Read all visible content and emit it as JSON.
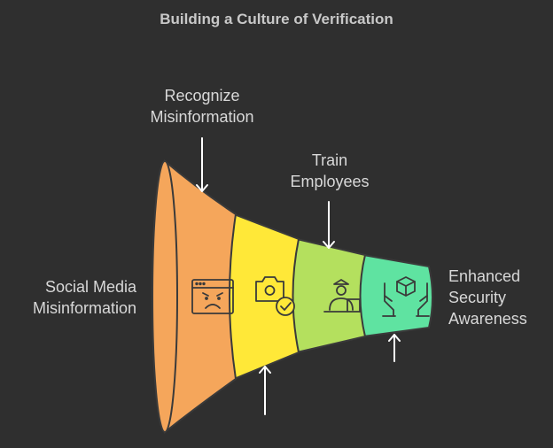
{
  "title": "Building a Culture of Verification",
  "labels": {
    "recognize": [
      "Recognize",
      "Misinformation"
    ],
    "train": [
      "Train",
      "Employees"
    ],
    "social": [
      "Social Media",
      "Misinformation"
    ],
    "enhanced": [
      "Enhanced",
      "Security",
      "Awareness"
    ]
  },
  "stages": [
    {
      "name": "social-media-misinformation",
      "color": "#f5a65b",
      "icon": "angry-browser-icon"
    },
    {
      "name": "recognize-misinformation",
      "color": "#ffe838",
      "icon": "camera-check-icon"
    },
    {
      "name": "train-employees",
      "color": "#b4e05e",
      "icon": "trainer-icon"
    },
    {
      "name": "enhanced-security-awareness",
      "color": "#5fe3a1",
      "icon": "hands-box-icon"
    }
  ],
  "colors": {
    "background": "#2f2f2f",
    "outline": "#3a3a3a",
    "text": "#d8d8d8",
    "arrow": "#ffffff"
  }
}
